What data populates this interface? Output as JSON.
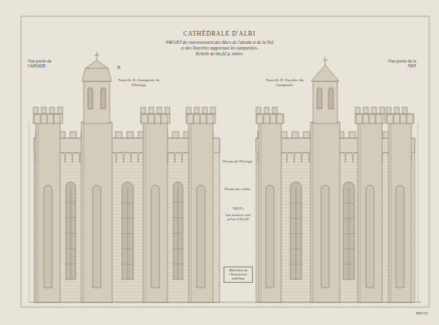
{
  "diagram": {
    "title": "CATHÉDRALE D'ALBI",
    "labels": [
      "PROJET de couronnement des Murs de l'abside et de la Nef",
      "et des Tourelles supportant les campaniles.",
      "Échelle de 0m,02 p. mètre.",
      "Vue partie de l'ABSIDE",
      "Tourelle B. Campanile de l'Horloge",
      "X",
      "Tourelle H. Escalier du Campanile",
      "Vue partie de la NEF",
      "Niveau de l'Horloge",
      "Niveau des voûtes",
      "NOTA",
      "Les mesures sont prises à 0m,02",
      "Ministère de l'Instruction publique",
      "M6576"
    ]
  }
}
